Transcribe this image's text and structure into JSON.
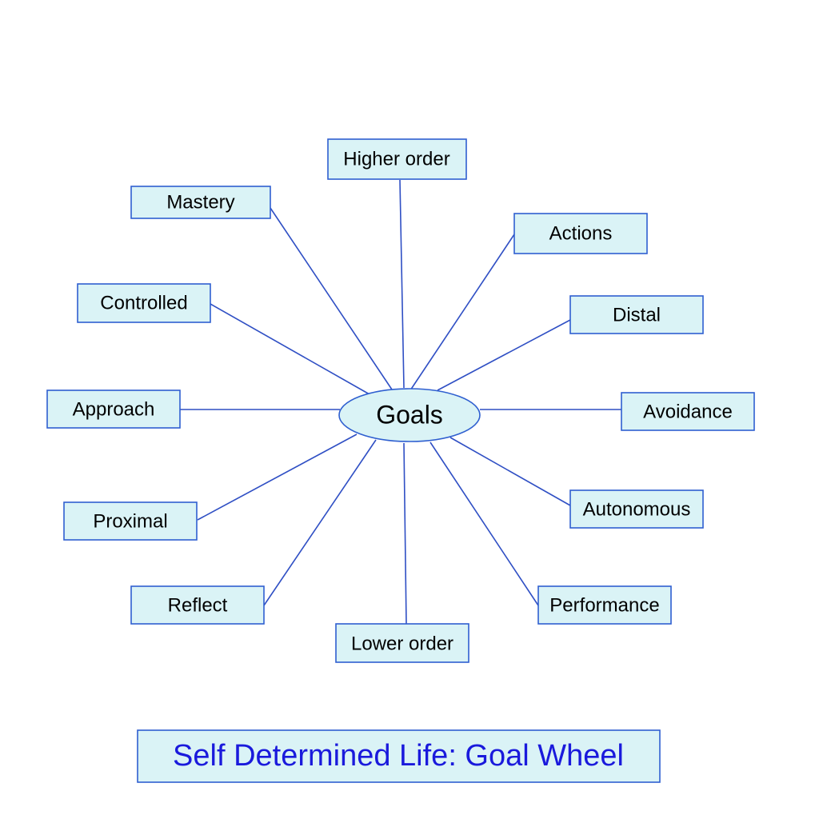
{
  "hub": {
    "label": "Goals"
  },
  "nodes": [
    {
      "id": "higher-order",
      "label": "Higher order"
    },
    {
      "id": "mastery",
      "label": "Mastery"
    },
    {
      "id": "actions",
      "label": "Actions"
    },
    {
      "id": "controlled",
      "label": "Controlled"
    },
    {
      "id": "distal",
      "label": "Distal"
    },
    {
      "id": "approach",
      "label": "Approach"
    },
    {
      "id": "avoidance",
      "label": "Avoidance"
    },
    {
      "id": "proximal",
      "label": "Proximal"
    },
    {
      "id": "autonomous",
      "label": "Autonomous"
    },
    {
      "id": "reflect",
      "label": "Reflect"
    },
    {
      "id": "performance",
      "label": "Performance"
    },
    {
      "id": "lower-order",
      "label": "Lower order"
    }
  ],
  "caption": {
    "label": "Self Determined Life: Goal Wheel"
  },
  "colors": {
    "box_fill": "#daf3f6",
    "box_border": "#2f5fd0",
    "line": "#2f4fc4",
    "caption_text": "#1a1adc"
  }
}
